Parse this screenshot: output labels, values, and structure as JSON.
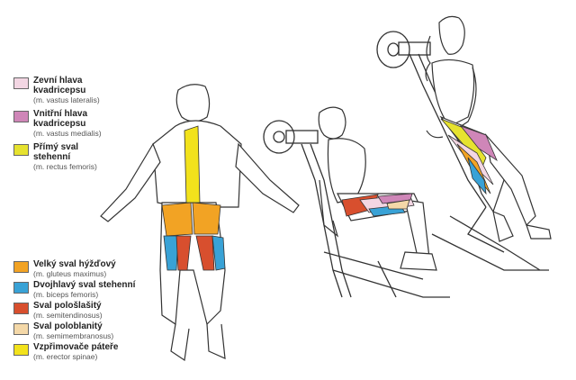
{
  "colors": {
    "vastus_lateralis": "#f3d6e3",
    "vastus_medialis": "#cf86b8",
    "rectus_femoris": "#e6e22f",
    "gluteus_maximus": "#f2a324",
    "biceps_femoris": "#39a2d6",
    "semitendinosus": "#d84f2e",
    "semimembranosus": "#f4d8a8",
    "erector_spinae": "#f2e21c"
  },
  "legend_top": [
    {
      "name_lines": [
        "Zevní hlava",
        "kvadricepsu"
      ],
      "latin": "(m. vastus lateralis)",
      "color": "#f3d6e3"
    },
    {
      "name_lines": [
        "Vnitřní hlava",
        "kvadricepsu"
      ],
      "latin": "(m. vastus medialis)",
      "color": "#cf86b8"
    },
    {
      "name_lines": [
        "Přímý sval",
        "stehenní"
      ],
      "latin": "(m. rectus femoris)",
      "color": "#e6e22f"
    }
  ],
  "legend_bottom": [
    {
      "name_lines": [
        "Velký sval hýžďový"
      ],
      "latin": "(m. gluteus maximus)",
      "color": "#f2a324"
    },
    {
      "name_lines": [
        "Dvojhlavý sval stehenní"
      ],
      "latin": "(m. biceps femoris)",
      "color": "#39a2d6"
    },
    {
      "name_lines": [
        "Sval pološlašitý"
      ],
      "latin": "(m. semitendinosus)",
      "color": "#d84f2e"
    },
    {
      "name_lines": [
        "Sval poloblanitý"
      ],
      "latin": "(m. semimembranosus)",
      "color": "#f4d8a8"
    },
    {
      "name_lines": [
        "Vzpřimovače páteře"
      ],
      "latin": "(m. erector spinae)",
      "color": "#f2e21c"
    }
  ]
}
